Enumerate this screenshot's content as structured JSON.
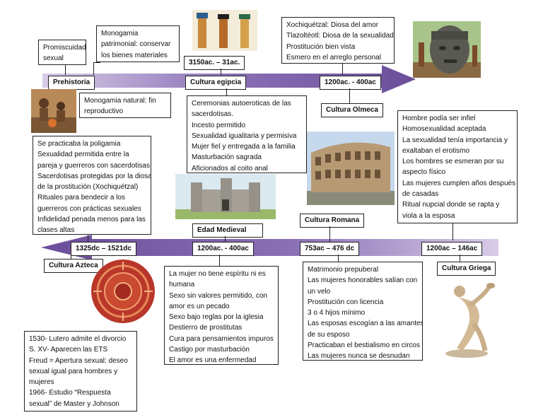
{
  "timeline": {
    "top_color": "#6b4e9a",
    "top_color_light": "#c9b8e0",
    "bottom_color": "#6b4e9a",
    "bottom_color_light": "#c9b8e0"
  },
  "top": {
    "prehistoria": {
      "label": "Prehistoria",
      "box1": [
        "Promiscuidad",
        "sexual"
      ],
      "box2": [
        "Monogamia",
        "patrimonial: conservar",
        "los bienes materiales"
      ],
      "box3": [
        "Monogamia natural: fin",
        "reproductivo"
      ],
      "box4": [
        "Se practicaba la poligamia",
        "Sexualidad permitida entre la",
        "pareja y guerreros con sacerdotisas",
        "Sacerdotisas protegidas por la diosa",
        "de la prostitución (Xochiquétzal)",
        "Rituales para bendecir a los",
        "guerreros con prácticas sexuales",
        "Infidelidad penada menos para las",
        "clases altas"
      ]
    },
    "egipcia": {
      "date": "3150ac. – 31ac.",
      "label": "Cultura egipcia",
      "box": [
        "Ceremonias autoeroticas de las",
        "sacerdotisas.",
        "Incesto permitido",
        "Sexualidad igualitaria y permisiva",
        "Mujer fiel y entregada a la familia",
        "Masturbación sagrada",
        "Aficionados al coito anal"
      ]
    },
    "olmeca": {
      "date": "1200ac. - 400ac",
      "label": "Cultura Olmeca",
      "box": [
        "Xochiquétzal: Diosa del amor",
        "Tlazoltéotl: Diosa de la sexualidad",
        "Prostitución bien vista",
        "Esmero en el arreglo personal"
      ]
    },
    "griega_info": [
      "Hombre podía ser infiel",
      "Homosexualidad aceptada",
      "La sexualidad tenía importancia y",
      "exaltaban el erotismo",
      "Los hombres se esmeran por su",
      "aspecto físico",
      "Las mujeres cumplen años después",
      "de casadas",
      "Ritual nupcial donde se rapta y",
      "viola a la esposa"
    ]
  },
  "bottom": {
    "azteca": {
      "date": "1325dc – 1521dc",
      "label": "Cultura Azteca"
    },
    "medieval": {
      "label": "Edad Medieval",
      "date": "1200ac. - 400ac",
      "box": [
        "La mujer no tiene espíritu ni es",
        "humana",
        "Sexo sin valores permitido, con",
        "amor es un pecado",
        "Sexo bajo reglas por la iglesia",
        "Destierro de prostitutas",
        "Cura para pensamientos impuros",
        "Castigo por masturbación",
        "El amor es una enfermedad"
      ]
    },
    "romana": {
      "label": "Cultura Romana",
      "date": "753ac – 476 dc",
      "box": [
        "Matrimonio prepuberal",
        "Las mujeres honorables salían con",
        "un velo",
        "Prostitución con licencia",
        "3 o 4 hijos mínimo",
        "Las esposas escogían a las amantes",
        "de su esposo",
        "Practicaban el bestialismo en circos",
        "Las mujeres nunca se desnudan"
      ]
    },
    "griega": {
      "date": "1200ac – 146ac",
      "label": "Cultura Griega"
    },
    "moderna": [
      "1530- Lutero admite el divorcio",
      "S. XV- Aparecen las ETS",
      "Freud = Apertura sexual: deseo",
      "sexual igual para hombres y",
      "mujeres",
      "1966- Estudio “Respuesta",
      "sexual” de Master y Johnson"
    ]
  },
  "icons": [
    "cave-people-image",
    "egyptian-figures-image",
    "olmec-head-image",
    "colosseum-image",
    "castle-image",
    "aztec-calendar-image",
    "discobolus-image"
  ]
}
